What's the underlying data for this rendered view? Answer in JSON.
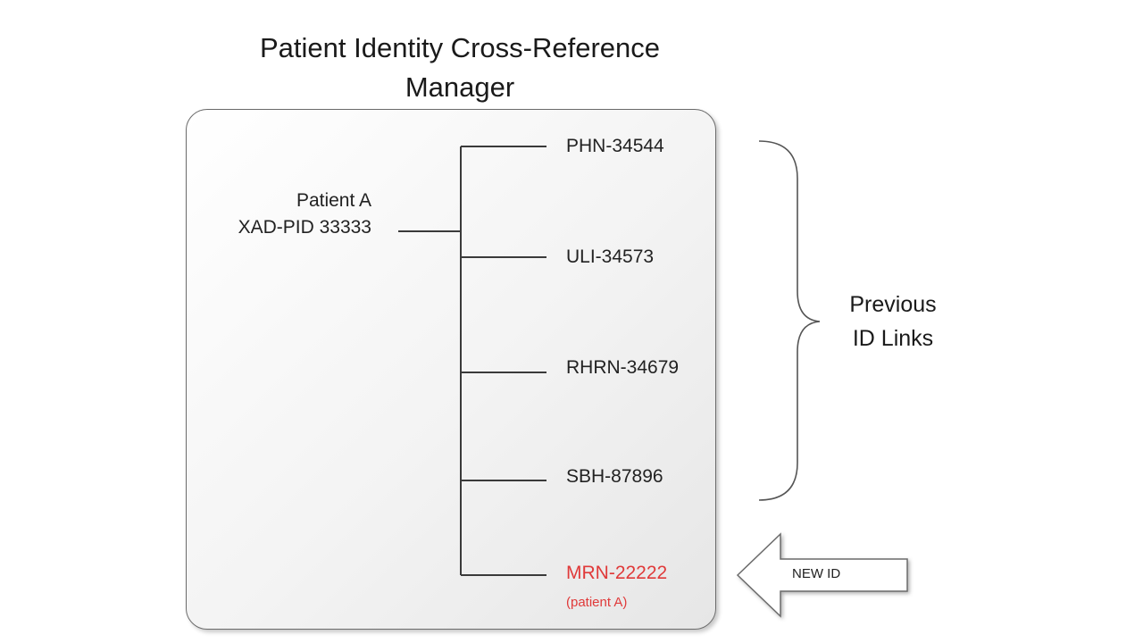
{
  "title": {
    "line1": "Patient Identity Cross-Reference",
    "line2": "Manager"
  },
  "patient": {
    "name": "Patient A",
    "id": "XAD-PID 33333"
  },
  "links": [
    {
      "label": "PHN-34544"
    },
    {
      "label": "ULI-34573"
    },
    {
      "label": "RHRN-34679"
    },
    {
      "label": "SBH-87896"
    }
  ],
  "new_link": {
    "label": "MRN-22222",
    "sublabel": "(patient A)",
    "color": "#e03a3a"
  },
  "brace": {
    "line1": "Previous",
    "line2": "ID Links"
  },
  "arrow": {
    "label": "NEW ID"
  }
}
